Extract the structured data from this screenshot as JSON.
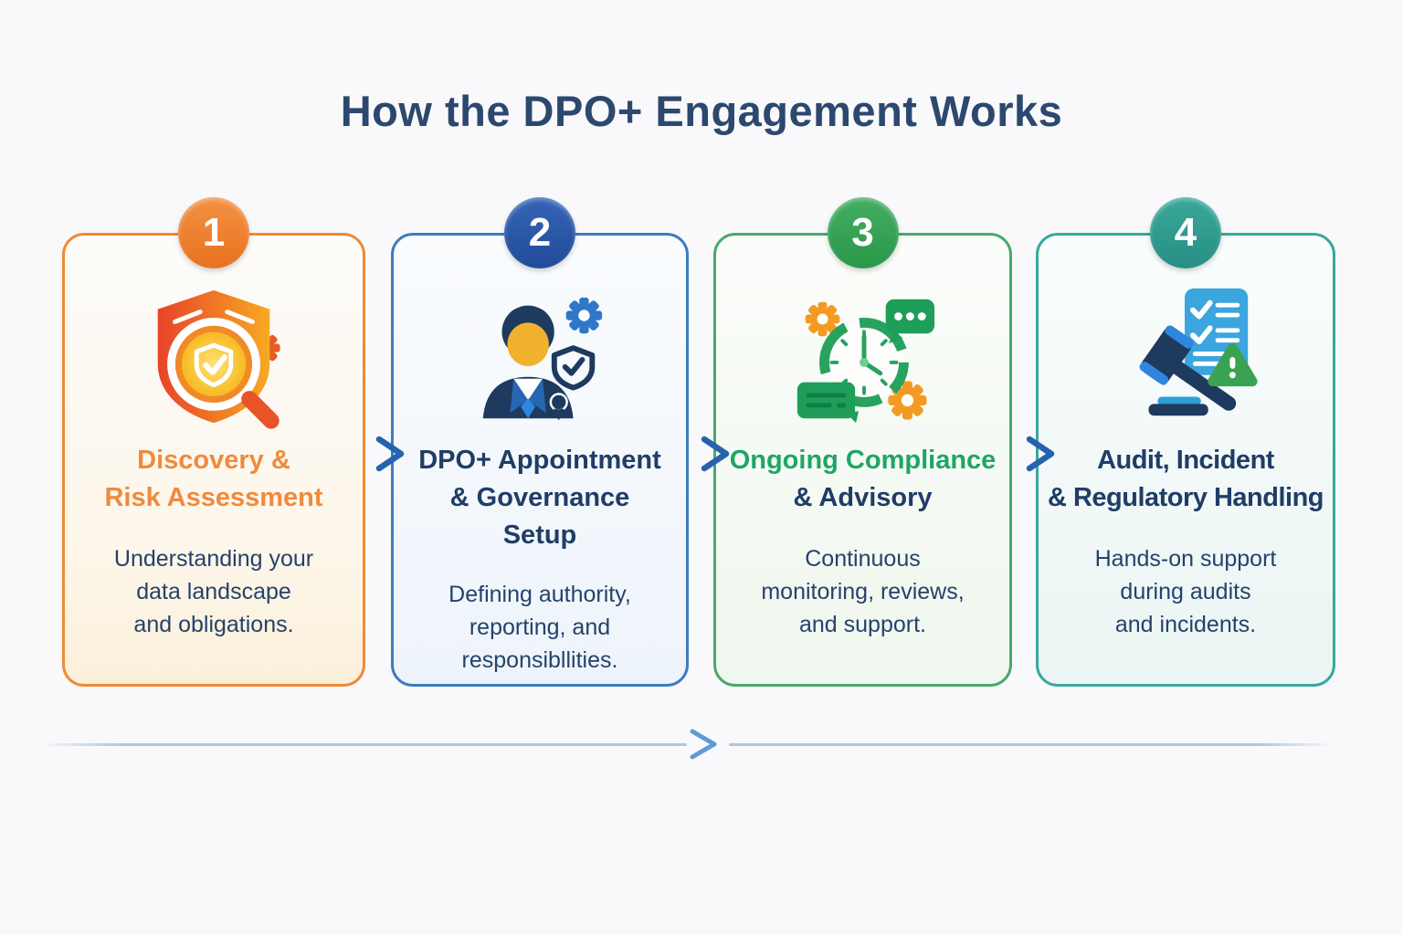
{
  "title": "How the DPO+ Engagement Works",
  "colors": {
    "background": "#f9f9fb",
    "title_text": "#2c486e",
    "body_text": "#25426b",
    "connector_arrow": "#2f6fbe",
    "flow_line": "#a9c9e6"
  },
  "steps": [
    {
      "number": "1",
      "icon": "shield-magnifier-icon",
      "accent_color": "#ee7e2e",
      "border_color": "#f08a34",
      "title_color": "#f08a3c",
      "title_lines": [
        "Discovery &",
        "Risk Assessment"
      ],
      "desc_lines": [
        "Understanding your",
        "data landscape",
        "and obligations."
      ]
    },
    {
      "number": "2",
      "icon": "dpo-officer-icon",
      "accent_color": "#2b57a7",
      "border_color": "#3d7cc0",
      "title_color": "#1f3d66",
      "title_lines": [
        "DPO+ Appointment",
        "& Governance",
        "Setup"
      ],
      "desc_lines": [
        "Defining authority,",
        "reporting, and",
        "responsibllities."
      ]
    },
    {
      "number": "3",
      "icon": "clock-gears-chat-icon",
      "accent_color": "#35a356",
      "border_color": "#4aa96a",
      "title_color_line1": "#1fa566",
      "title_color_line2": "#1f3d66",
      "title_lines": [
        "Ongoing Compliance",
        "& Advisory"
      ],
      "desc_lines": [
        "Continuous",
        "monitoring, reviews,",
        "and support."
      ]
    },
    {
      "number": "4",
      "icon": "gavel-checklist-icon",
      "accent_color": "#2f9e90",
      "border_color": "#38a89d",
      "title_color": "#1f3d66",
      "title_lines": [
        "Audit, Incident",
        "& Regulatory Handling"
      ],
      "desc_lines": [
        "Hands-on support",
        "during audits",
        "and incidents."
      ]
    }
  ]
}
